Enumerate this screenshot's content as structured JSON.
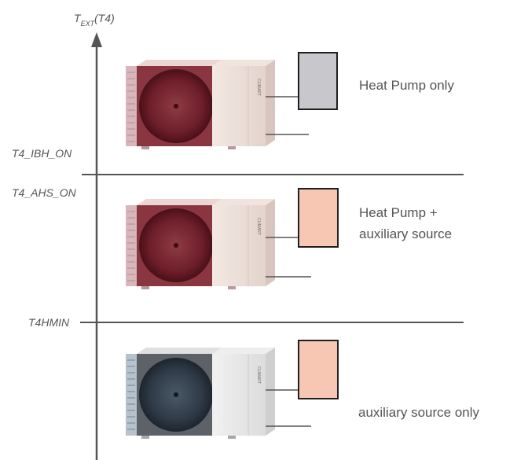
{
  "axis": {
    "label_main": "T",
    "label_sub": "EXT",
    "label_suffix": "(T4)"
  },
  "thresholds": [
    {
      "label": "T4_IBH_ON"
    },
    {
      "label": "T4_AHS_ON"
    },
    {
      "label": "T4HMIN"
    }
  ],
  "modes": [
    {
      "line1": "Heat Pump only",
      "line2": "",
      "unit": "heat pump red",
      "indicator_color": "#c8c8cc"
    },
    {
      "line1": "Heat Pump +",
      "line2": "auxiliary source",
      "unit": "heat pump red",
      "indicator_color": "#f8c7b4"
    },
    {
      "line1": "auxiliary source only",
      "line2": "",
      "unit": "heat pump grey",
      "indicator_color": "#f8c7b4"
    }
  ],
  "brand": "CLIMART",
  "colors": {
    "axis": "#555555",
    "indicator_border": "#1f1f1f",
    "unit_red_panel": "#e9dcd6",
    "unit_red_grille": "#7d2a34",
    "unit_grey_panel": "#e5e5e5",
    "unit_grey_grille": "#5b5f66"
  }
}
